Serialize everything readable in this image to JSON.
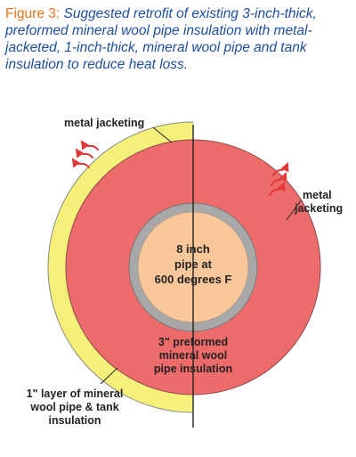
{
  "caption": {
    "figure_label": "Figure 3:",
    "text": "Suggested retrofit of existing 3-inch-thick, preformed mineral wool pipe insulation with metal-jacketed, 1-inch-thick, mineral wool pipe and tank insulation to reduce heat loss."
  },
  "labels": {
    "metal_jacketing_left": "metal jacketing",
    "metal_jacketing_right_line1": "metal",
    "metal_jacketing_right_line2": "jacketing",
    "pipe_line1": "8 inch",
    "pipe_line2": "pipe at",
    "pipe_line3": "600 degrees F",
    "preformed_line1": "3\" preformed",
    "preformed_line2": "mineral wool",
    "preformed_line3": "pipe insulation",
    "layer_line1": "1\" layer of mineral",
    "layer_line2": "wool pipe & tank",
    "layer_line3": "insulation"
  },
  "colors": {
    "caption_label": "#e8731f",
    "caption_text": "#1f4fa0",
    "outer_layer": "#f5f07a",
    "insulation": "#ee6b6b",
    "pipe_wall": "#a8a8a8",
    "pipe_interior": "#f9c79a",
    "heat_arrows": "#e23a3a"
  }
}
